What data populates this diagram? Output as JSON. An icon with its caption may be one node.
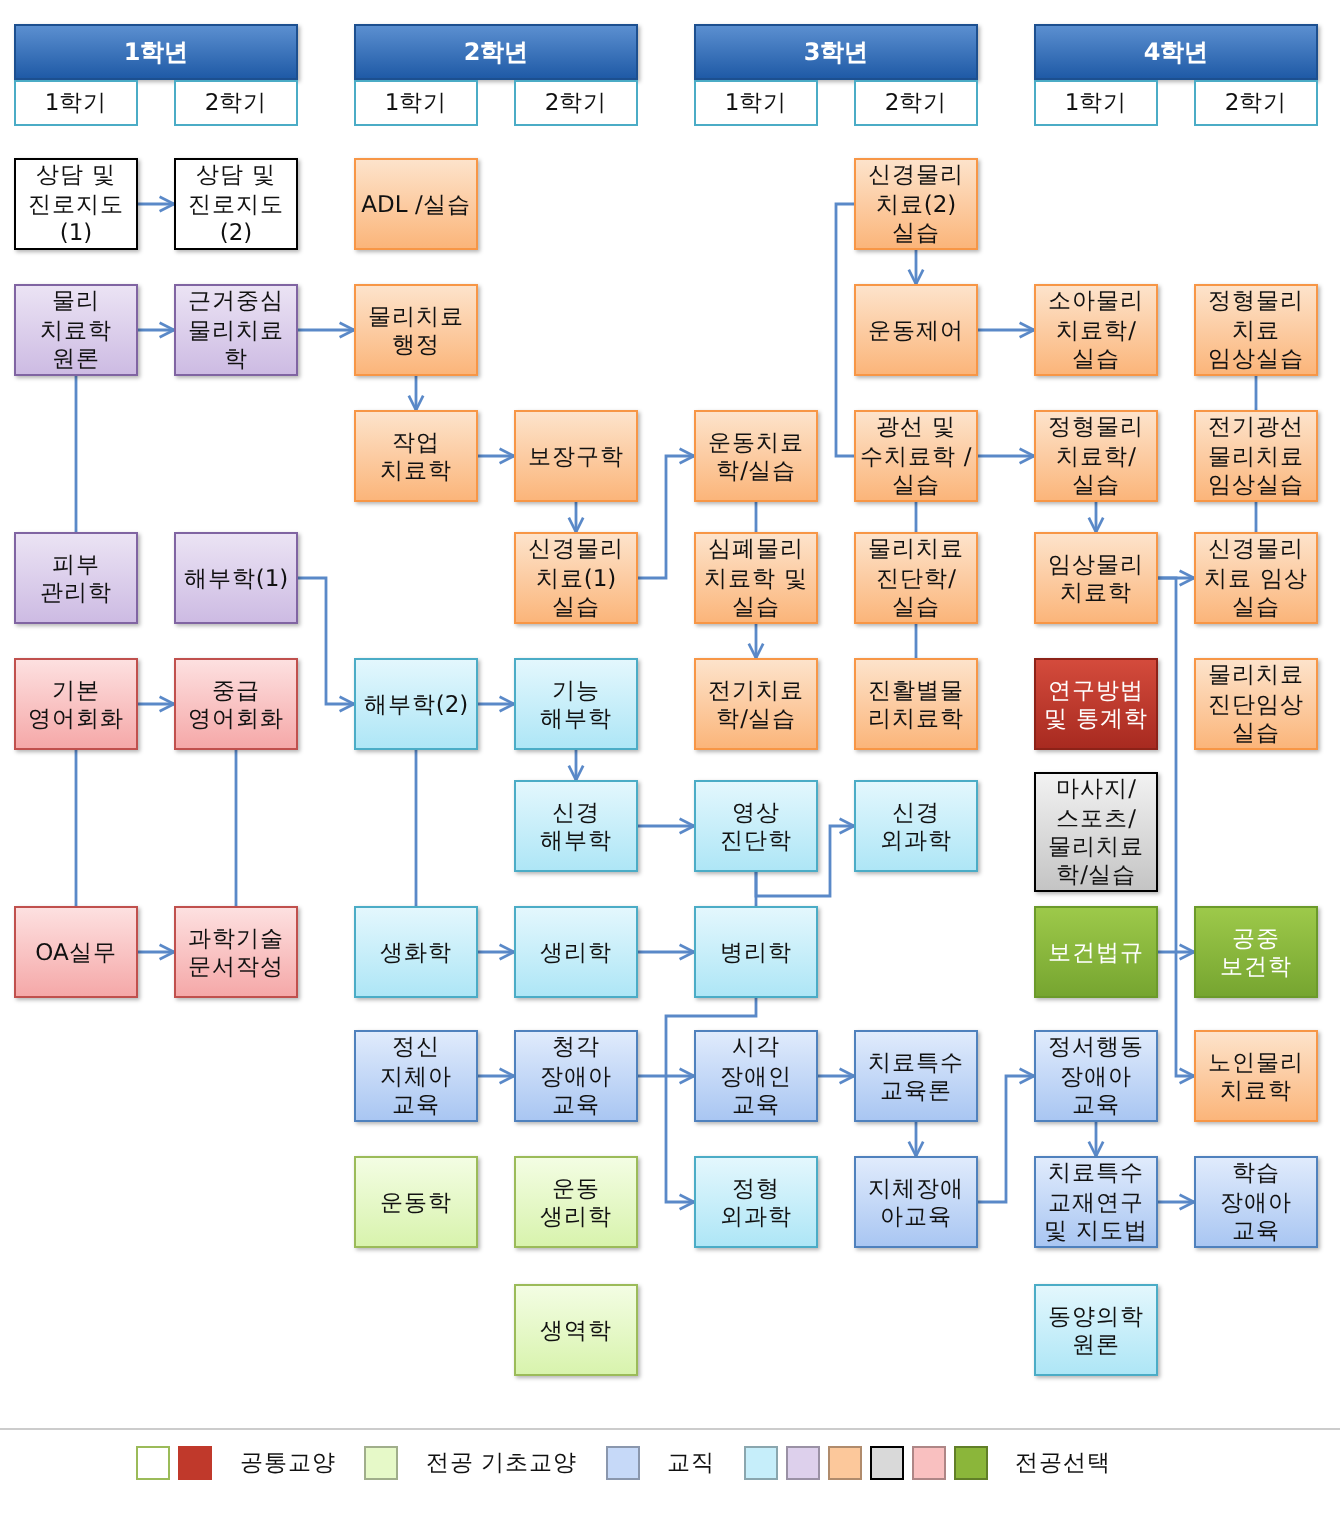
{
  "diagram": {
    "nodes": [
      {
        "text": [
          "1학년"
        ]
      },
      {
        "text": [
          "2학년"
        ]
      },
      {
        "text": [
          "3학년"
        ]
      },
      {
        "text": [
          "4학년"
        ]
      },
      {
        "text": [
          "1학기"
        ]
      },
      {
        "text": [
          "2학기"
        ]
      },
      {
        "text": [
          "1학기"
        ]
      },
      {
        "text": [
          "2학기"
        ]
      },
      {
        "text": [
          "1학기"
        ]
      },
      {
        "text": [
          "2학기"
        ]
      },
      {
        "text": [
          "1학기"
        ]
      },
      {
        "text": [
          "2학기"
        ]
      },
      {
        "text": [
          "상담 및 진로지도 (1)"
        ]
      },
      {
        "text": [
          "상담 및 진로지도 (2)"
        ]
      },
      {
        "text": [
          "ADL /실습"
        ]
      },
      {
        "text": [
          "신경물리 치료(2) 실습"
        ]
      },
      {
        "text": [
          "물리 치료학 원론"
        ]
      },
      {
        "text": [
          "근거중심 물리치료 학"
        ]
      },
      {
        "text": [
          "물리치료 행정"
        ]
      },
      {
        "text": [
          "운동제어"
        ]
      },
      {
        "text": [
          "소아물리 치료학/ 실습"
        ]
      },
      {
        "text": [
          "정형물리 치료 임상실습"
        ]
      },
      {
        "text": [
          "작업 치료학"
        ]
      },
      {
        "text": [
          "보장구학"
        ]
      },
      {
        "text": [
          "운동치료 학/실습"
        ]
      },
      {
        "text": [
          "광선 및 수치료학 /실습"
        ]
      },
      {
        "text": [
          "정형물리 치료학/ 실습"
        ]
      },
      {
        "text": [
          "전기광선 물리치료 임상실습"
        ]
      },
      {
        "text": [
          "피부 관리학"
        ]
      },
      {
        "text": [
          "해부학(1)"
        ]
      },
      {
        "text": [
          "신경물리 치료(1) 실습"
        ]
      },
      {
        "text": [
          "심폐물리 치료학 및 실습"
        ]
      },
      {
        "text": [
          "물리치료 진단학/ 실습"
        ]
      },
      {
        "text": [
          "임상물리 치료학"
        ]
      },
      {
        "text": [
          "신경물리 치료 임상 실습"
        ]
      },
      {
        "text": [
          "기본 영어회화"
        ]
      },
      {
        "text": [
          "중급 영어회화"
        ]
      },
      {
        "text": [
          "해부학(2)"
        ]
      },
      {
        "text": [
          "기능 해부학"
        ]
      },
      {
        "text": [
          "전기치료 학/실습"
        ]
      },
      {
        "text": [
          "진활별물 리치료학"
        ]
      },
      {
        "text": [
          "연구방법 및 통계학"
        ]
      },
      {
        "text": [
          "물리치료 진단임상 실습"
        ]
      },
      {
        "text": [
          "신경 해부학"
        ]
      },
      {
        "text": [
          "영상 진단학"
        ]
      },
      {
        "text": [
          "신경 외과학"
        ]
      },
      {
        "text": [
          "마사지/ 스포츠/ 물리치료 학/실습"
        ]
      },
      {
        "text": [
          "OA실무"
        ]
      },
      {
        "text": [
          "과학기술 문서작성"
        ]
      },
      {
        "text": [
          "생화학"
        ]
      },
      {
        "text": [
          "생리학"
        ]
      },
      {
        "text": [
          "병리학"
        ]
      },
      {
        "text": [
          "보건법규"
        ]
      },
      {
        "text": [
          "공중 보건학"
        ]
      },
      {
        "text": [
          "정신 지체아 교육"
        ]
      },
      {
        "text": [
          "청각 장애아 교육"
        ]
      },
      {
        "text": [
          "시각 장애인 교육"
        ]
      },
      {
        "text": [
          "치료특수 교육론"
        ]
      },
      {
        "text": [
          "정서행동 장애아 교육"
        ]
      },
      {
        "text": [
          "노인물리 치료학"
        ]
      },
      {
        "text": [
          "운동학"
        ]
      },
      {
        "text": [
          "운동 생리학"
        ]
      },
      {
        "text": [
          "정형 외과학"
        ]
      },
      {
        "text": [
          "지체장애 아교육"
        ]
      },
      {
        "text": [
          "치료특수 교재연구 및 지도법"
        ]
      },
      {
        "text": [
          "학습 장애아 교육"
        ]
      },
      {
        "text": [
          "생역학"
        ]
      },
      {
        "text": [
          "동양의학 원론"
        ]
      }
    ],
    "edges": [
      {
        "from": 12,
        "to": 13,
        "arrow": "to"
      },
      {
        "from": 16,
        "to": 17,
        "arrow": "to"
      },
      {
        "from": 17,
        "to": 18,
        "arrow": "to"
      },
      {
        "from": 18,
        "to": 22,
        "arrow": "to"
      },
      {
        "from": 22,
        "to": 23,
        "arrow": "to"
      },
      {
        "from": 16,
        "to": 28,
        "arrow": "none"
      },
      {
        "from": 23,
        "to": 30,
        "arrow": "to"
      },
      {
        "from": 30,
        "to": 24,
        "arrow": "to"
      },
      {
        "from": 15,
        "to": 25,
        "arrow": "none"
      },
      {
        "from": 15,
        "to": 19,
        "arrow": "to"
      },
      {
        "from": 19,
        "to": 20,
        "arrow": "to"
      },
      {
        "from": 25,
        "to": 26,
        "arrow": "to"
      },
      {
        "from": 21,
        "to": 27,
        "arrow": "none"
      },
      {
        "from": 24,
        "to": 31,
        "arrow": "none"
      },
      {
        "from": 31,
        "to": 39,
        "arrow": "to"
      },
      {
        "from": 25,
        "to": 32,
        "arrow": "none"
      },
      {
        "from": 32,
        "to": 40,
        "arrow": "none"
      },
      {
        "from": 26,
        "to": 33,
        "arrow": "to"
      },
      {
        "from": 27,
        "to": 34,
        "arrow": "none"
      },
      {
        "from": 33,
        "to": 34,
        "arrow": "to"
      },
      {
        "from": 33,
        "to": 59,
        "arrow": "to"
      },
      {
        "from": 29,
        "to": 37,
        "arrow": "to"
      },
      {
        "from": 35,
        "to": 36,
        "arrow": "to"
      },
      {
        "from": 35,
        "to": 47,
        "arrow": "none"
      },
      {
        "from": 36,
        "to": 48,
        "arrow": "none"
      },
      {
        "from": 47,
        "to": 48,
        "arrow": "to"
      },
      {
        "from": 37,
        "to": 38,
        "arrow": "to"
      },
      {
        "from": 38,
        "to": 43,
        "arrow": "to"
      },
      {
        "from": 37,
        "to": 49,
        "arrow": "none"
      },
      {
        "from": 43,
        "to": 44,
        "arrow": "to"
      },
      {
        "from": 44,
        "to": 45,
        "arrow": "to"
      },
      {
        "from": 44,
        "to": 51,
        "arrow": "none"
      },
      {
        "from": 49,
        "to": 50,
        "arrow": "to"
      },
      {
        "from": 50,
        "to": 51,
        "arrow": "to"
      },
      {
        "from": 51,
        "to": 62,
        "arrow": "to"
      },
      {
        "from": 54,
        "to": 55,
        "arrow": "to"
      },
      {
        "from": 55,
        "to": 56,
        "arrow": "to"
      },
      {
        "from": 56,
        "to": 57,
        "arrow": "to"
      },
      {
        "from": 57,
        "to": 63,
        "arrow": "to"
      },
      {
        "from": 63,
        "to": 58,
        "arrow": "to"
      },
      {
        "from": 58,
        "to": 64,
        "arrow": "to"
      },
      {
        "from": 64,
        "to": 65,
        "arrow": "to"
      },
      {
        "from": 52,
        "to": 53,
        "arrow": "to"
      }
    ],
    "legend": [
      {
        "text": "공통교양",
        "color": "#ffffff"
      },
      {
        "text": "전공 기초교양",
        "color": "#e6f9c8"
      },
      {
        "text": "교직",
        "color": "#c6d9f8"
      },
      {
        "text": "전공선택",
        "color": "#8bb63a"
      }
    ]
  }
}
